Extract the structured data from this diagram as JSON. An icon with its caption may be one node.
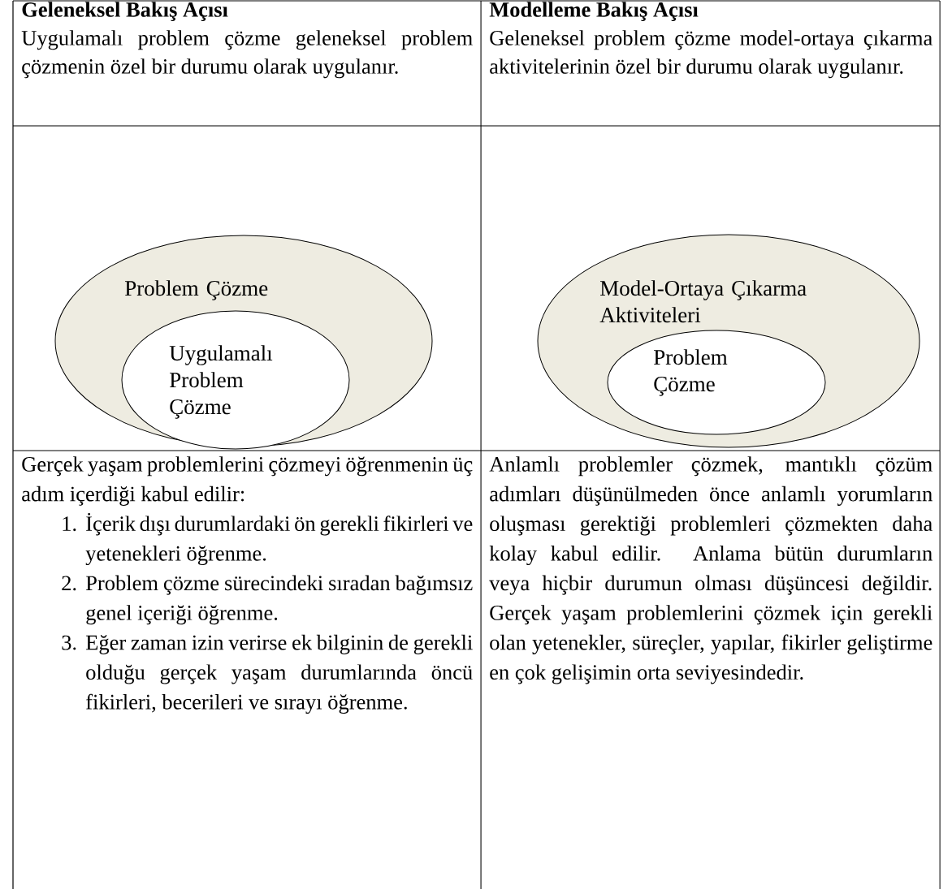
{
  "diagram": {
    "nodes": [
      {
        "text": [
          "Problem Çözme"
        ]
      },
      {
        "text": [
          "Uygulamalı Problem Çözme"
        ],
        "in": 0
      },
      {
        "text": [
          "Model-Ortaya Çıkarma Aktiviteleri"
        ]
      },
      {
        "text": [
          "Problem Çözme"
        ],
        "in": 2
      }
    ],
    "labels": [
      "Geleneksel Bakış Açısı",
      "Uygulamalı problem çözme geleneksel problem çözmenin özel bir durumu olarak uygulanır.",
      "Modelleme Bakış Açısı",
      "Geleneksel problem çözme model-ortaya çıkarma aktivitelerinin özel bir durumu olarak uygulanır.",
      "Gerçek yaşam problemlerini çözmeyi öğrenmenin üç adım içerdiği kabul edilir:",
      "1.",
      "İçerik dışı durumlardaki ön gerekli fikirleri ve yetenekleri öğrenme.",
      "2.",
      "Problem çözme sürecindeki sıradan bağımsız genel içeriği öğrenme.",
      "3.",
      "Eğer zaman izin verirse ek bilginin de gerekli olduğu gerçek yaşam durumlarında öncü fikirleri, becerileri ve sırayı öğrenme.",
      "Anlamlı problemler çözmek, mantıklı çözüm adımları düşünülmeden önce anlamlı yorumların oluşması gerektiği problemleri çözmekten daha kolay kabul edilir. Anlama bütün durumların veya hiçbir durumun olması düşüncesi değildir. Gerçek yaşam problemlerini çözmek için gerekli olan yetenekler, süreçler, yapılar, fikirler geliştirme en çok gelişimin orta seviyesindedir."
    ]
  }
}
